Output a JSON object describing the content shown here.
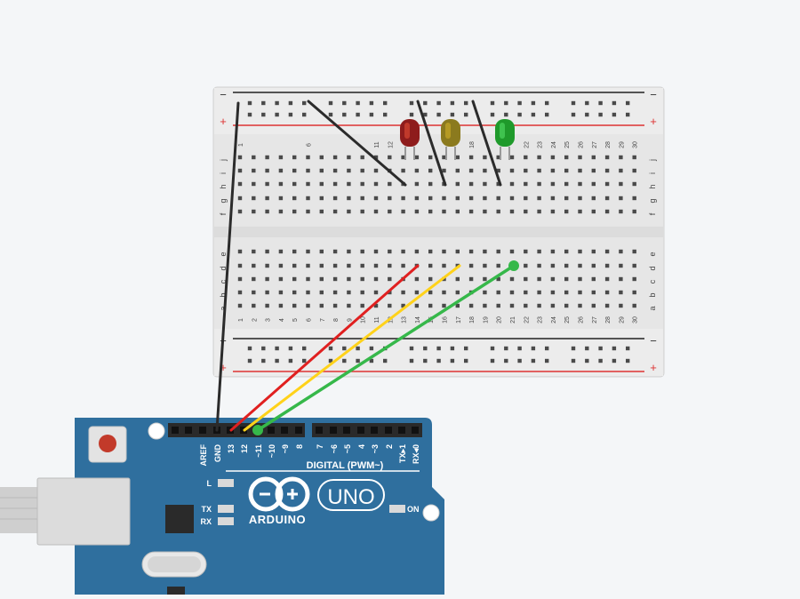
{
  "canvas": {
    "background": "#f4f6f8"
  },
  "breadboard": {
    "rail_minus": "−",
    "rail_plus": "+",
    "rows_top": [
      "j",
      "i",
      "h",
      "g",
      "f"
    ],
    "rows_bottom": [
      "e",
      "d",
      "c",
      "b",
      "a"
    ],
    "columns": [
      "1",
      "2",
      "3",
      "4",
      "5",
      "6",
      "7",
      "8",
      "9",
      "10",
      "11",
      "12",
      "13",
      "14",
      "15",
      "16",
      "17",
      "18",
      "19",
      "20",
      "21",
      "22",
      "23",
      "24",
      "25",
      "26",
      "27",
      "28",
      "29",
      "30"
    ],
    "top_column_labels": [
      "1",
      "",
      "",
      "",
      "",
      "6",
      "",
      "",
      "",
      "",
      "11",
      "12",
      "",
      "",
      "",
      "",
      "",
      "18",
      "",
      "",
      "",
      "22",
      "23",
      "24",
      "25",
      "26",
      "27",
      "28",
      "29",
      "30"
    ],
    "bottom_column_labels": [
      "1",
      "2",
      "3",
      "4",
      "5",
      "6",
      "7",
      "8",
      "9",
      "10",
      "11",
      "12",
      "13",
      "14",
      "15",
      "16",
      "17",
      "18",
      "19",
      "20",
      "21",
      "22",
      "23",
      "24",
      "25",
      "26",
      "27",
      "28",
      "29",
      "30"
    ]
  },
  "leds": [
    {
      "name": "red",
      "color": "#8e1c1c",
      "highlight": "#c0392b"
    },
    {
      "name": "yellow",
      "color": "#8b7a1e",
      "highlight": "#b59a24"
    },
    {
      "name": "green",
      "color": "#1f9a2b",
      "highlight": "#3fc34f"
    }
  ],
  "wires": [
    {
      "name": "gnd",
      "color": "#2b2b2b"
    },
    {
      "name": "red",
      "color": "#e02020"
    },
    {
      "name": "yellow",
      "color": "#ffd21a"
    },
    {
      "name": "green",
      "color": "#36b84a"
    }
  ],
  "arduino": {
    "brand": "ARDUINO",
    "model": "UNO",
    "digital_label": "DIGITAL (PWM~)",
    "pin_labels": [
      "AREF",
      "GND",
      "13",
      "12",
      "~11",
      "~10",
      "~9",
      "8",
      "7",
      "~6",
      "~5",
      "4",
      "~3",
      "2",
      "TX▸1",
      "RX◂0"
    ],
    "led_l": "L",
    "led_tx": "TX",
    "led_rx": "RX",
    "led_on": "ON",
    "board_color": "#2f6f9e"
  }
}
